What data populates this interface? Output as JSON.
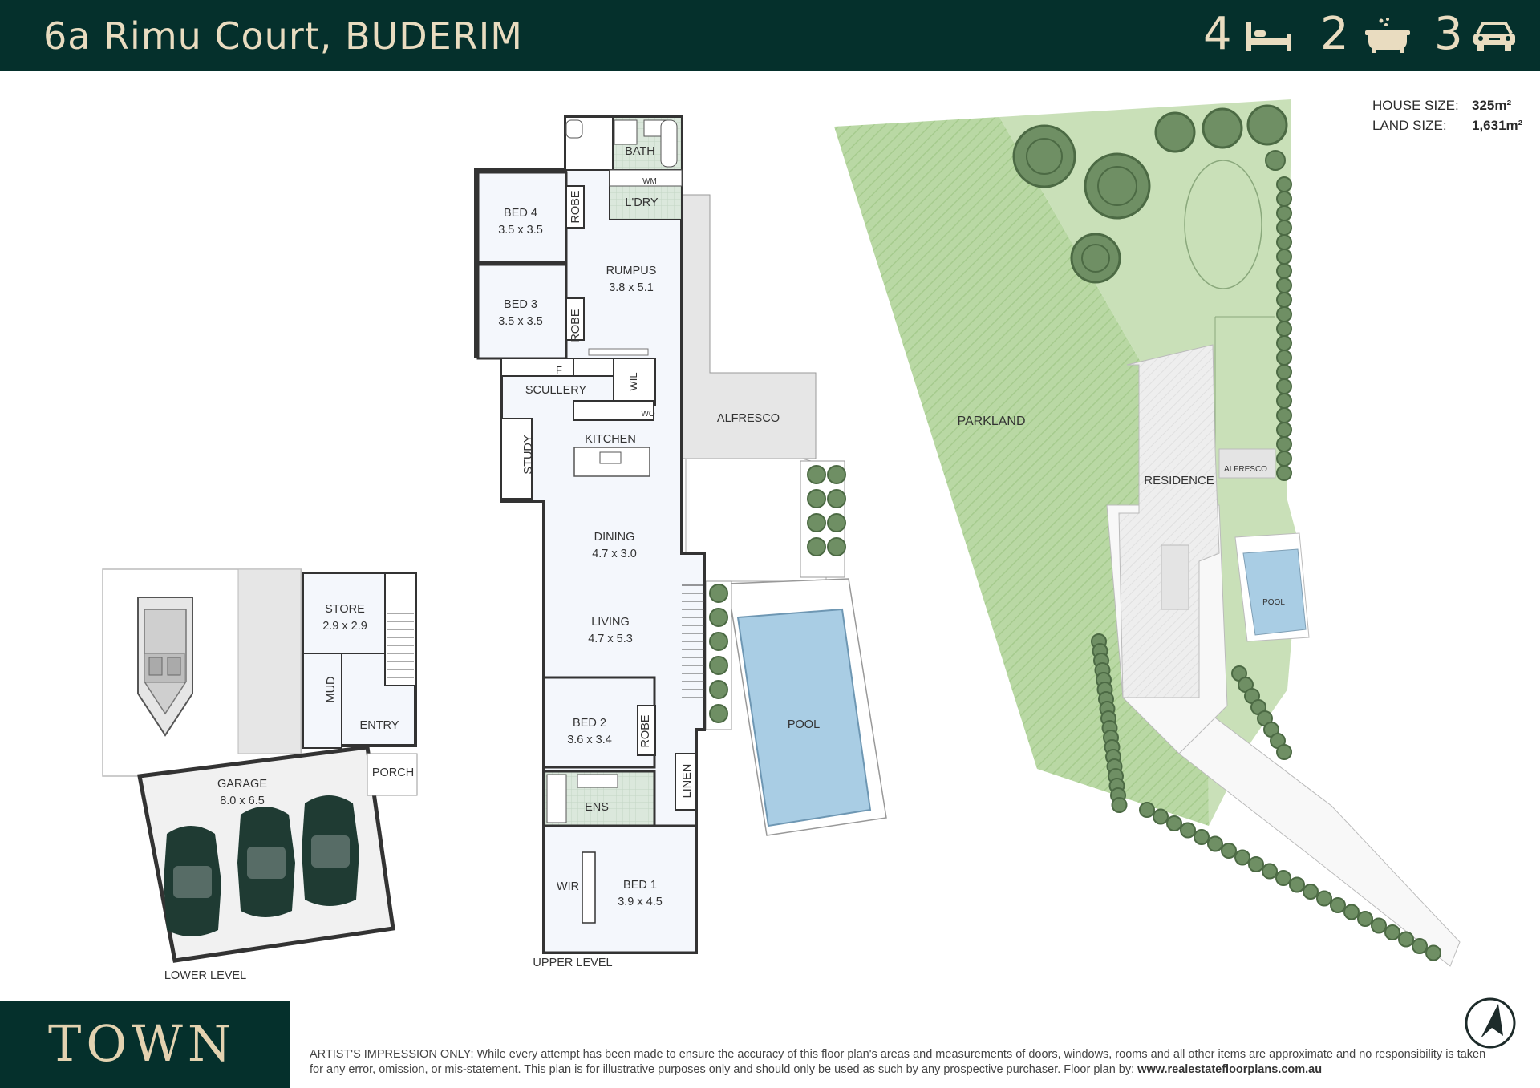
{
  "header": {
    "address": "6a Rimu Court, BUDERIM",
    "beds": "4",
    "baths": "2",
    "cars": "3",
    "background_color": "#05302c",
    "text_color": "#e9dcc0"
  },
  "icons": [
    "bed-icon",
    "bath-icon",
    "car-icon",
    "compass-icon"
  ],
  "sizes": {
    "house_label": "HOUSE SIZE:",
    "house_value": "325m²",
    "land_label": "LAND SIZE:",
    "land_value": "1,631m²"
  },
  "upper_level": {
    "label": "UPPER LEVEL",
    "rooms": {
      "bath": "BATH",
      "wm": "WM",
      "ldry": "L'DRY",
      "bed4": "BED 4",
      "bed4_dim": "3.5 x 3.5",
      "robe": "ROBE",
      "rumpus": "RUMPUS",
      "rumpus_dim": "3.8 x 5.1",
      "bed3": "BED 3",
      "bed3_dim": "3.5 x 3.5",
      "f": "F",
      "scullery": "SCULLERY",
      "wil": "WIL",
      "wo": "WO",
      "kitchen": "KITCHEN",
      "study": "STUDY",
      "alfresco": "ALFRESCO",
      "dining": "DINING",
      "dining_dim": "4.7 x 3.0",
      "living": "LIVING",
      "living_dim": "4.7 x 5.3",
      "pool": "POOL",
      "bed2": "BED 2",
      "bed2_dim": "3.6 x 3.4",
      "ens": "ENS",
      "linen": "LINEN",
      "wir": "WIR",
      "bed1": "BED 1",
      "bed1_dim": "3.9 x 4.5"
    }
  },
  "lower_level": {
    "label": "LOWER LEVEL",
    "rooms": {
      "store": "STORE",
      "store_dim": "2.9 x 2.9",
      "mud": "MUD",
      "entry": "ENTRY",
      "porch": "PORCH",
      "garage": "GARAGE",
      "garage_dim": "8.0 x 6.5"
    }
  },
  "site": {
    "parkland": "PARKLAND",
    "residence": "RESIDENCE",
    "alfresco": "ALFRESCO",
    "pool": "POOL"
  },
  "footer": {
    "logo": "TOWN",
    "disclaimer": "ARTIST'S IMPRESSION ONLY: While every attempt has been made to ensure the accuracy of this floor plan's areas and measurements of doors, windows, rooms and all other items are approximate and no responsibility is taken for any error, omission, or mis-statement. This plan is for illustrative purposes only and should only be used as such by any prospective purchaser. Floor plan by:",
    "website": "www.realestatefloorplans.com.au"
  },
  "colors": {
    "brand_dark": "#05302c",
    "brand_gold": "#e3d2b0",
    "room_fill": "#f4f7fc",
    "pool_water": "#a9cde4",
    "lawn": "#c9e0b8",
    "hedge": "#6f8f64",
    "wet_area": "#dbe8dc"
  }
}
